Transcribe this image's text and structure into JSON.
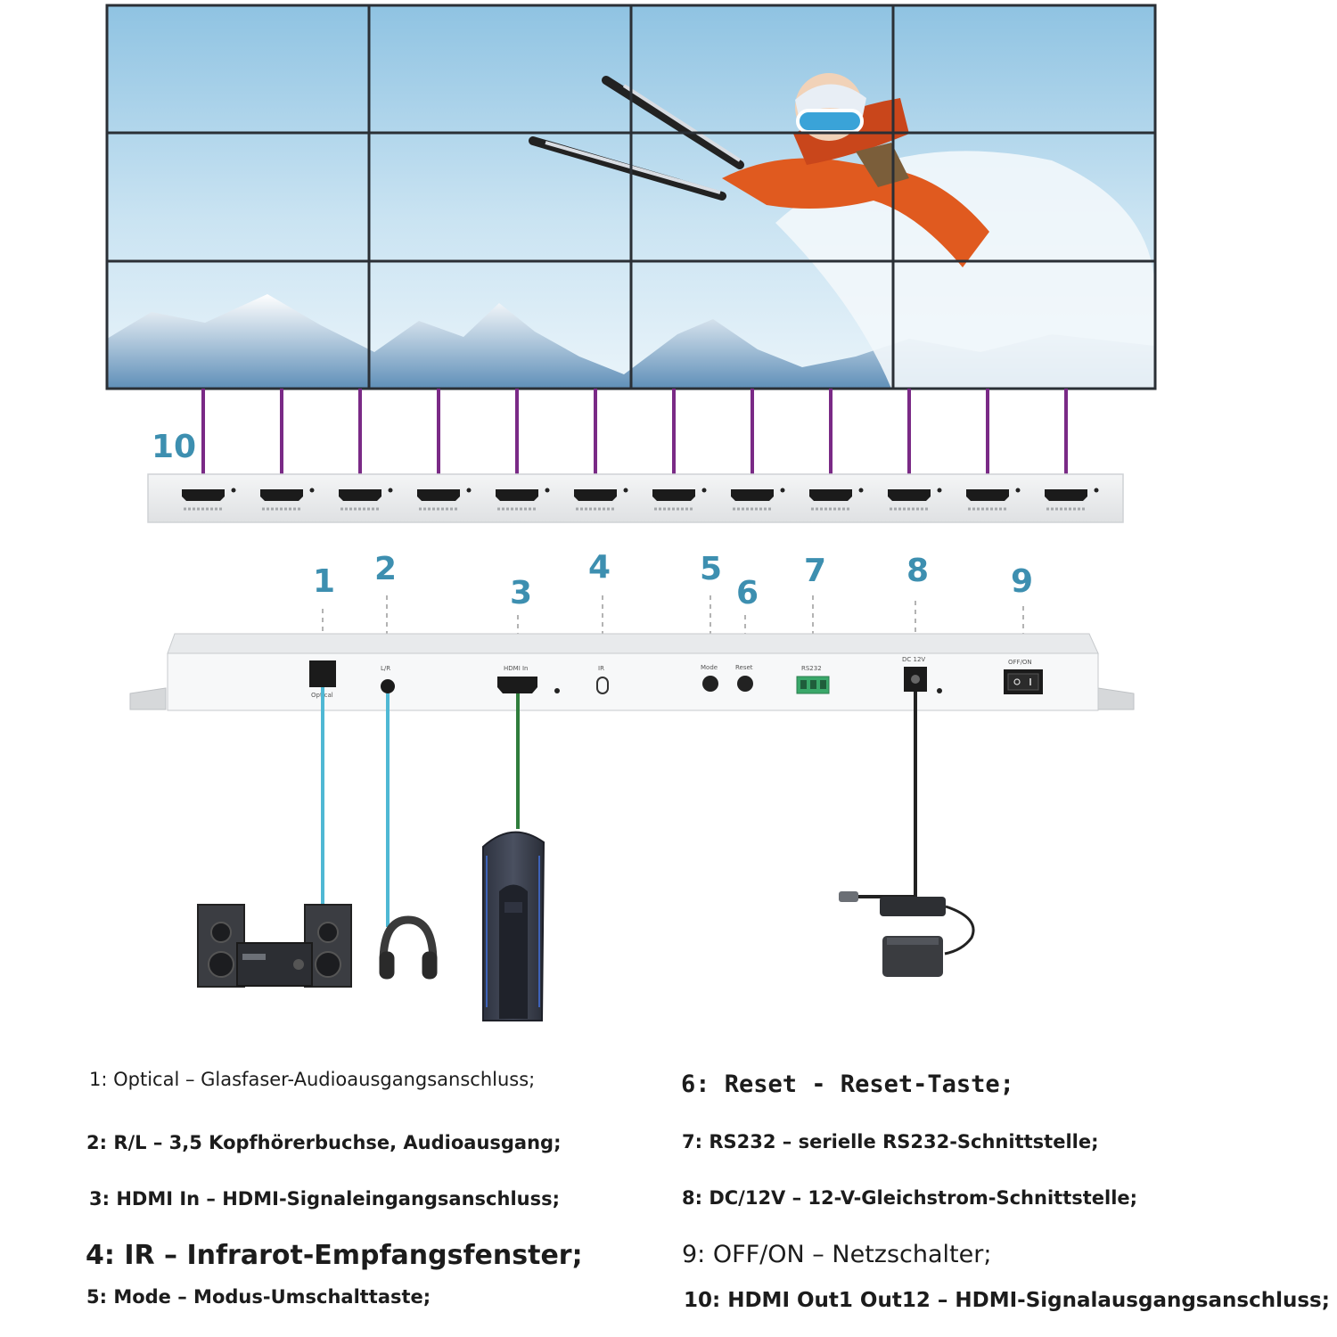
{
  "callouts": {
    "n1": "1",
    "n2": "2",
    "n3": "3",
    "n4": "4",
    "n5": "5",
    "n6": "6",
    "n7": "7",
    "n8": "8",
    "n9": "9",
    "n10": "10"
  },
  "device": {
    "port_labels": {
      "optical": "Optical",
      "rl": "L/R",
      "hdmi_in": "HDMI In",
      "ir": "IR",
      "mode": "Mode",
      "reset": "Reset",
      "rs232": "RS232",
      "dc12v": "DC 12V",
      "offon": "OFF/ON"
    }
  },
  "legend": {
    "l1": "1: Optical – Glasfaser-Audioausgangsanschluss;",
    "l2": "2: R/L – 3,5 Kopfhörerbuchse, Audioausgang;",
    "l3": "3: HDMI In – HDMI-Signaleingangsanschluss;",
    "l4": "4: IR – Infrarot-Empfangsfenster;",
    "l5": "5: Mode – Modus-Umschalttaste;",
    "l6": "6: Reset - Reset-Taste;",
    "l7": "7: RS232 – serielle RS232-Schnittstelle;",
    "l8": "8: DC/12V – 12-V-Gleichstrom-Schnittstelle;",
    "l9": "9: OFF/ON – Netzschalter;",
    "l10": "10: HDMI Out1 Out12 – HDMI-Signalausgangsanschluss;"
  },
  "colors": {
    "accent_numbers": "#3d8fb0",
    "hdmi_out_cables": "#7a2a86",
    "audio_cables": "#4fb8d4",
    "hdmi_in_cable": "#2f7d3c",
    "power_cable": "#222222"
  }
}
